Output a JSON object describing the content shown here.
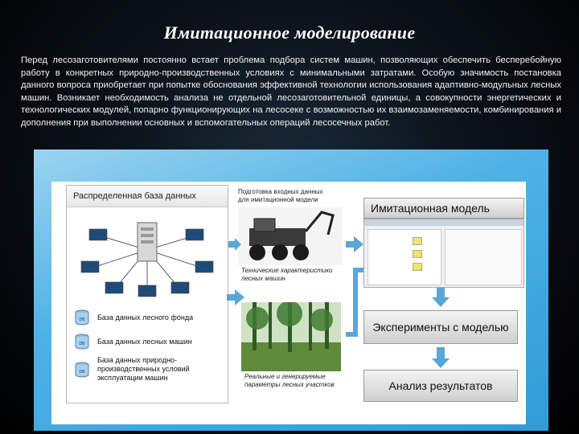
{
  "slide": {
    "title": "Имитационное моделирование",
    "paragraph": "Перед лесозаготовителями постоянно встает проблема подбора систем машин, позволяющих обеспечить бесперебойную работу в конкретных природно-производственных условиях с минимальными затратами. Особую значимость постановка данного вопроса приобретает при попытке обоснования эффективной технологии использования адаптивно-модульных лесных машин. Возникает необходимость анализа не отдельной лесозаготовительной единицы, а совокупности энергетических и технологических модулей, попарно функционирующих на лесосеке с возможностью их взаимозаменяемости, комбинирования и дополнения при выполнении основных и вспомогательных операций лесосечных работ."
  },
  "diagram": {
    "db_title": "Распределенная база данных",
    "db_items": [
      {
        "icon": "DB",
        "label": "База данных лесного фонда"
      },
      {
        "icon": "DB",
        "label": "База данных лесных машин"
      },
      {
        "icon": "DB",
        "label": "База данных природно-производственных условий эксплуатации машин"
      }
    ],
    "prep_label": "Подготовка входных данных для имитационной модели",
    "machine_caption": "Технические характеристики лесных машин",
    "forest_caption": "Реальные и генерируемые параметры лесных участков",
    "sim_model": "Имитационная модель",
    "experiments": "Эксперименты с моделью",
    "analysis": "Анализ результатов",
    "colors": {
      "panel": "#3fa9e1",
      "arrow": "#5aa6d6"
    }
  }
}
